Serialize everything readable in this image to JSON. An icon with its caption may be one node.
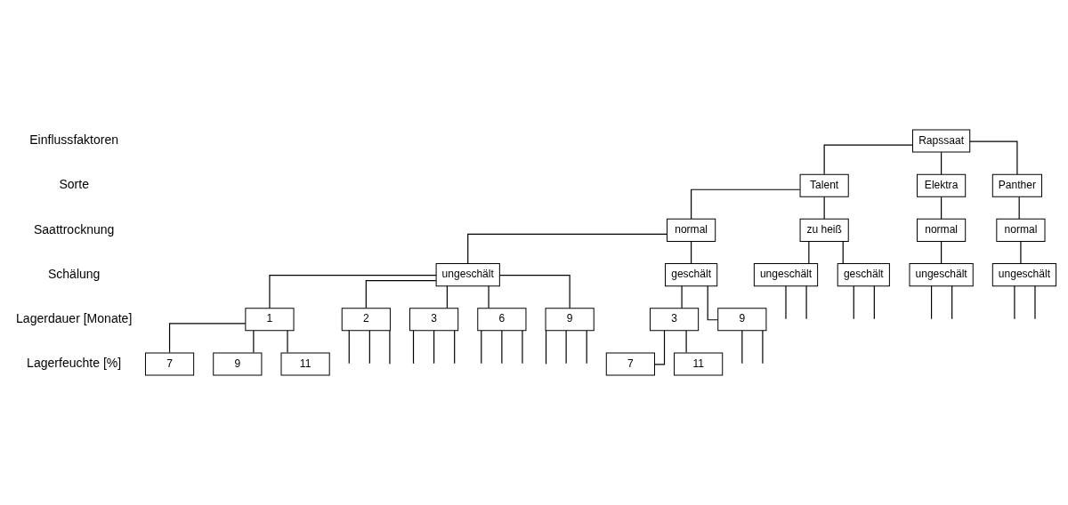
{
  "diagram": {
    "nodes": [
      {
        "text": [
          "Rapssaat"
        ]
      },
      {
        "text": [
          "Talent"
        ]
      },
      {
        "text": [
          "Elektra"
        ]
      },
      {
        "text": [
          "Panther"
        ]
      },
      {
        "text": [
          "normal"
        ]
      },
      {
        "text": [
          "zu heiß"
        ]
      },
      {
        "text": [
          "normal"
        ]
      },
      {
        "text": [
          "normal"
        ]
      },
      {
        "text": [
          "ungeschält"
        ]
      },
      {
        "text": [
          "geschält"
        ]
      },
      {
        "text": [
          "ungeschält"
        ]
      },
      {
        "text": [
          "geschält"
        ]
      },
      {
        "text": [
          "ungeschält"
        ]
      },
      {
        "text": [
          "ungeschält"
        ]
      },
      {
        "text": [
          "1"
        ]
      },
      {
        "text": [
          "2"
        ]
      },
      {
        "text": [
          "3"
        ]
      },
      {
        "text": [
          "6"
        ]
      },
      {
        "text": [
          "9"
        ]
      },
      {
        "text": [
          "3"
        ]
      },
      {
        "text": [
          "9"
        ]
      },
      {
        "text": [
          "7"
        ]
      },
      {
        "text": [
          "9"
        ]
      },
      {
        "text": [
          "11"
        ]
      },
      {
        "text": [
          "7"
        ]
      },
      {
        "text": [
          "11"
        ]
      }
    ],
    "edges": [
      {
        "from": 0,
        "to": 1,
        "arrow": "none"
      },
      {
        "from": 0,
        "to": 2,
        "arrow": "none"
      },
      {
        "from": 0,
        "to": 3,
        "arrow": "none"
      },
      {
        "from": 1,
        "to": 4,
        "arrow": "none"
      },
      {
        "from": 1,
        "to": 5,
        "arrow": "none"
      },
      {
        "from": 2,
        "to": 6,
        "arrow": "none"
      },
      {
        "from": 3,
        "to": 7,
        "arrow": "none"
      },
      {
        "from": 4,
        "to": 8,
        "arrow": "none"
      },
      {
        "from": 4,
        "to": 9,
        "arrow": "none"
      },
      {
        "from": 5,
        "to": 10,
        "arrow": "none"
      },
      {
        "from": 5,
        "to": 11,
        "arrow": "none"
      },
      {
        "from": 6,
        "to": 12,
        "arrow": "none"
      },
      {
        "from": 7,
        "to": 13,
        "arrow": "none"
      },
      {
        "from": 8,
        "to": 14,
        "arrow": "none"
      },
      {
        "from": 8,
        "to": 15,
        "arrow": "none"
      },
      {
        "from": 8,
        "to": 16,
        "arrow": "none"
      },
      {
        "from": 8,
        "to": 17,
        "arrow": "none"
      },
      {
        "from": 8,
        "to": 18,
        "arrow": "none"
      },
      {
        "from": 9,
        "to": 19,
        "arrow": "none"
      },
      {
        "from": 9,
        "to": 20,
        "arrow": "none"
      },
      {
        "from": 14,
        "to": 21,
        "arrow": "none"
      },
      {
        "from": 14,
        "to": 22,
        "arrow": "none"
      },
      {
        "from": 14,
        "to": 23,
        "arrow": "none"
      },
      {
        "from": 19,
        "to": 24,
        "arrow": "none"
      },
      {
        "from": 19,
        "to": 25,
        "arrow": "none"
      },
      {
        "from": 10,
        "to": null,
        "arrow": "none"
      },
      {
        "from": 10,
        "to": null,
        "arrow": "none"
      },
      {
        "from": 11,
        "to": null,
        "arrow": "none"
      },
      {
        "from": 11,
        "to": null,
        "arrow": "none"
      },
      {
        "from": 12,
        "to": null,
        "arrow": "none"
      },
      {
        "from": 12,
        "to": null,
        "arrow": "none"
      },
      {
        "from": 13,
        "to": null,
        "arrow": "none"
      },
      {
        "from": 13,
        "to": null,
        "arrow": "none"
      },
      {
        "from": 15,
        "to": null,
        "arrow": "none"
      },
      {
        "from": 15,
        "to": null,
        "arrow": "none"
      },
      {
        "from": 15,
        "to": null,
        "arrow": "none"
      },
      {
        "from": 16,
        "to": null,
        "arrow": "none"
      },
      {
        "from": 16,
        "to": null,
        "arrow": "none"
      },
      {
        "from": 16,
        "to": null,
        "arrow": "none"
      },
      {
        "from": 17,
        "to": null,
        "arrow": "none"
      },
      {
        "from": 17,
        "to": null,
        "arrow": "none"
      },
      {
        "from": 17,
        "to": null,
        "arrow": "none"
      },
      {
        "from": 18,
        "to": null,
        "arrow": "none"
      },
      {
        "from": 18,
        "to": null,
        "arrow": "none"
      },
      {
        "from": 18,
        "to": null,
        "arrow": "none"
      },
      {
        "from": 20,
        "to": null,
        "arrow": "none"
      },
      {
        "from": 20,
        "to": null,
        "arrow": "none"
      }
    ],
    "labels": [
      "Einflussfaktoren",
      "Sorte",
      "Saattrocknung",
      "Schälung",
      "Lagerdauer [Monate]",
      "Lagerfeuchte [%]"
    ]
  }
}
